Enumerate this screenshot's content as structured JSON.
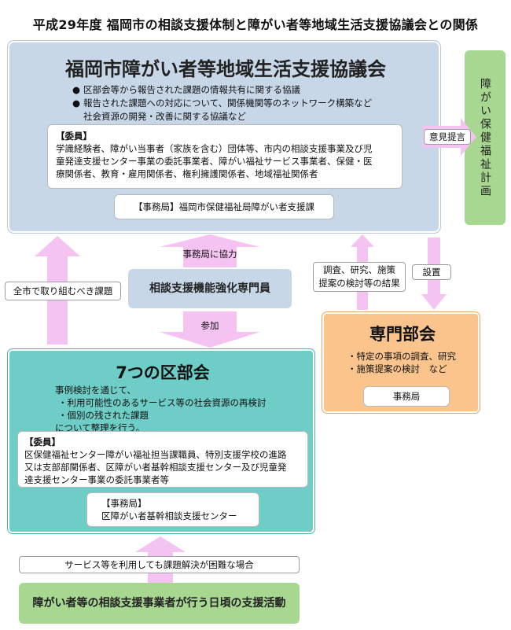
{
  "title": "平成29年度 福岡市の相談支援体制と障がい者等地域生活支援協議会との関係",
  "council": {
    "title": "福岡市障がい者等地域生活支援協議会",
    "bullets": [
      "区部会等から報告された課題の情報共有に関する協議",
      "報告された課題への対応について、関係機関等のネットワーク構築など",
      "社会資源の開発・改善に関する協議など"
    ],
    "members_heading": "【委員】",
    "members_lines": [
      "学識経験者、障がい当事者（家族を含む）団体等、市内の相談支援事業及び児",
      "童発達支援センター事業の委託事業者、障がい福祉サービス事業者、保健・医",
      "療関係者、教育・雇用関係者、権利擁護関係者、地域福祉関係者"
    ],
    "office": "【事務局】福岡市保健福祉局障がい者支援課"
  },
  "plan": {
    "label": "障がい保健福祉計画"
  },
  "arrows": {
    "opinion": "意見提言",
    "citywide": "全市で取り組むべき課題",
    "cooperate": "事務局に協力",
    "participate": "参加",
    "results": [
      "調査、研究、施策",
      "提案の検討等の結果"
    ],
    "establish": "設置",
    "service_case": "サービス等を利用しても課題解決が困難な場合"
  },
  "expert_person": "相談支援機能強化専門員",
  "special": {
    "title": "専門部会",
    "items": [
      "・特定の事項の調査、研究",
      "・施策提案の検討　など"
    ],
    "office": "事務局"
  },
  "district": {
    "title": "7つの区部会",
    "text_lines": [
      "事例検討を通じて、",
      "・利用可能性のあるサービス等の社会資源の再検討",
      "・個別の残された課題",
      "について整理を行う。"
    ],
    "members_heading": "【委員】",
    "members_lines": [
      "区保健福祉センター障がい福祉担当課職員、特別支援学校の進路",
      "又は支部部関係者、区障がい者基幹相談支援センター及び児童発",
      "達支援センター事業の委託事業者等"
    ],
    "office_heading": "【事務局】",
    "office_text": "区障がい者基幹相談支援センター"
  },
  "daily": "障がい者等の相談支援事業者が行う日頃の支援活動",
  "colors": {
    "council": "#c7d7e8",
    "plan": "#a7d790",
    "special": "#fbc48c",
    "district": "#6ecdc6",
    "arrow": "#f5c3f2"
  }
}
